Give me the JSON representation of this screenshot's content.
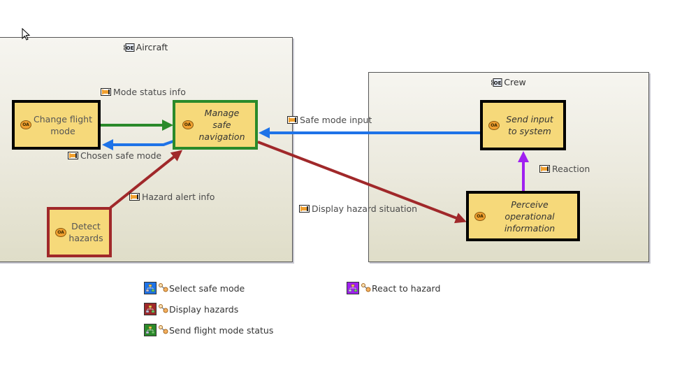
{
  "containers": [
    {
      "id": "aircraft",
      "title": "Aircraft",
      "icon": "logical-entity-icon"
    },
    {
      "id": "crew",
      "title": "Crew",
      "icon": "logical-entity-icon"
    }
  ],
  "functions": [
    {
      "id": "change_flight_mode",
      "label": "Change flight mode",
      "italic": false,
      "border_color": "#000000",
      "icon_text": "OA"
    },
    {
      "id": "manage_safe_navigation",
      "label": "Manage safe navigation",
      "italic": true,
      "border_color": "#2a8a2a",
      "icon_text": "OA"
    },
    {
      "id": "detect_hazards",
      "label": "Detect hazards",
      "italic": false,
      "border_color": "#a0282a",
      "icon_text": "OA"
    },
    {
      "id": "send_input",
      "label": "Send input to system",
      "italic": true,
      "border_color": "#000000",
      "icon_text": "OA"
    },
    {
      "id": "perceive_info",
      "label": "Perceive operational information",
      "italic": true,
      "border_color": "#000000",
      "icon_text": "OA"
    }
  ],
  "exchanges": [
    {
      "id": "mode_status_info",
      "label": "Mode status info",
      "from": "change_flight_mode",
      "to": "manage_safe_navigation",
      "color": "#2a8a2a"
    },
    {
      "id": "chosen_safe_mode",
      "label": "Chosen safe mode",
      "from": "manage_safe_navigation",
      "to": "change_flight_mode",
      "color": "#1e73e8"
    },
    {
      "id": "hazard_alert_info",
      "label": "Hazard alert info",
      "from": "detect_hazards",
      "to": "manage_safe_navigation",
      "color": "#a0282a"
    },
    {
      "id": "safe_mode_input",
      "label": "Safe mode input",
      "from": "send_input",
      "to": "manage_safe_navigation",
      "color": "#1e73e8"
    },
    {
      "id": "display_hazard_situation",
      "label": "Display hazard situation",
      "from": "manage_safe_navigation",
      "to": "perceive_info",
      "color": "#a0282a"
    },
    {
      "id": "reaction",
      "label": "Reaction",
      "from": "perceive_info",
      "to": "send_input",
      "color": "#a020f0"
    }
  ],
  "legend": [
    {
      "label": "Select safe mode",
      "color": "#1e73e8"
    },
    {
      "label": "Display hazards",
      "color": "#a0282a"
    },
    {
      "label": "Send flight mode status",
      "color": "#2a8a2a"
    },
    {
      "label": "React to hazard",
      "color": "#a020f0"
    }
  ]
}
